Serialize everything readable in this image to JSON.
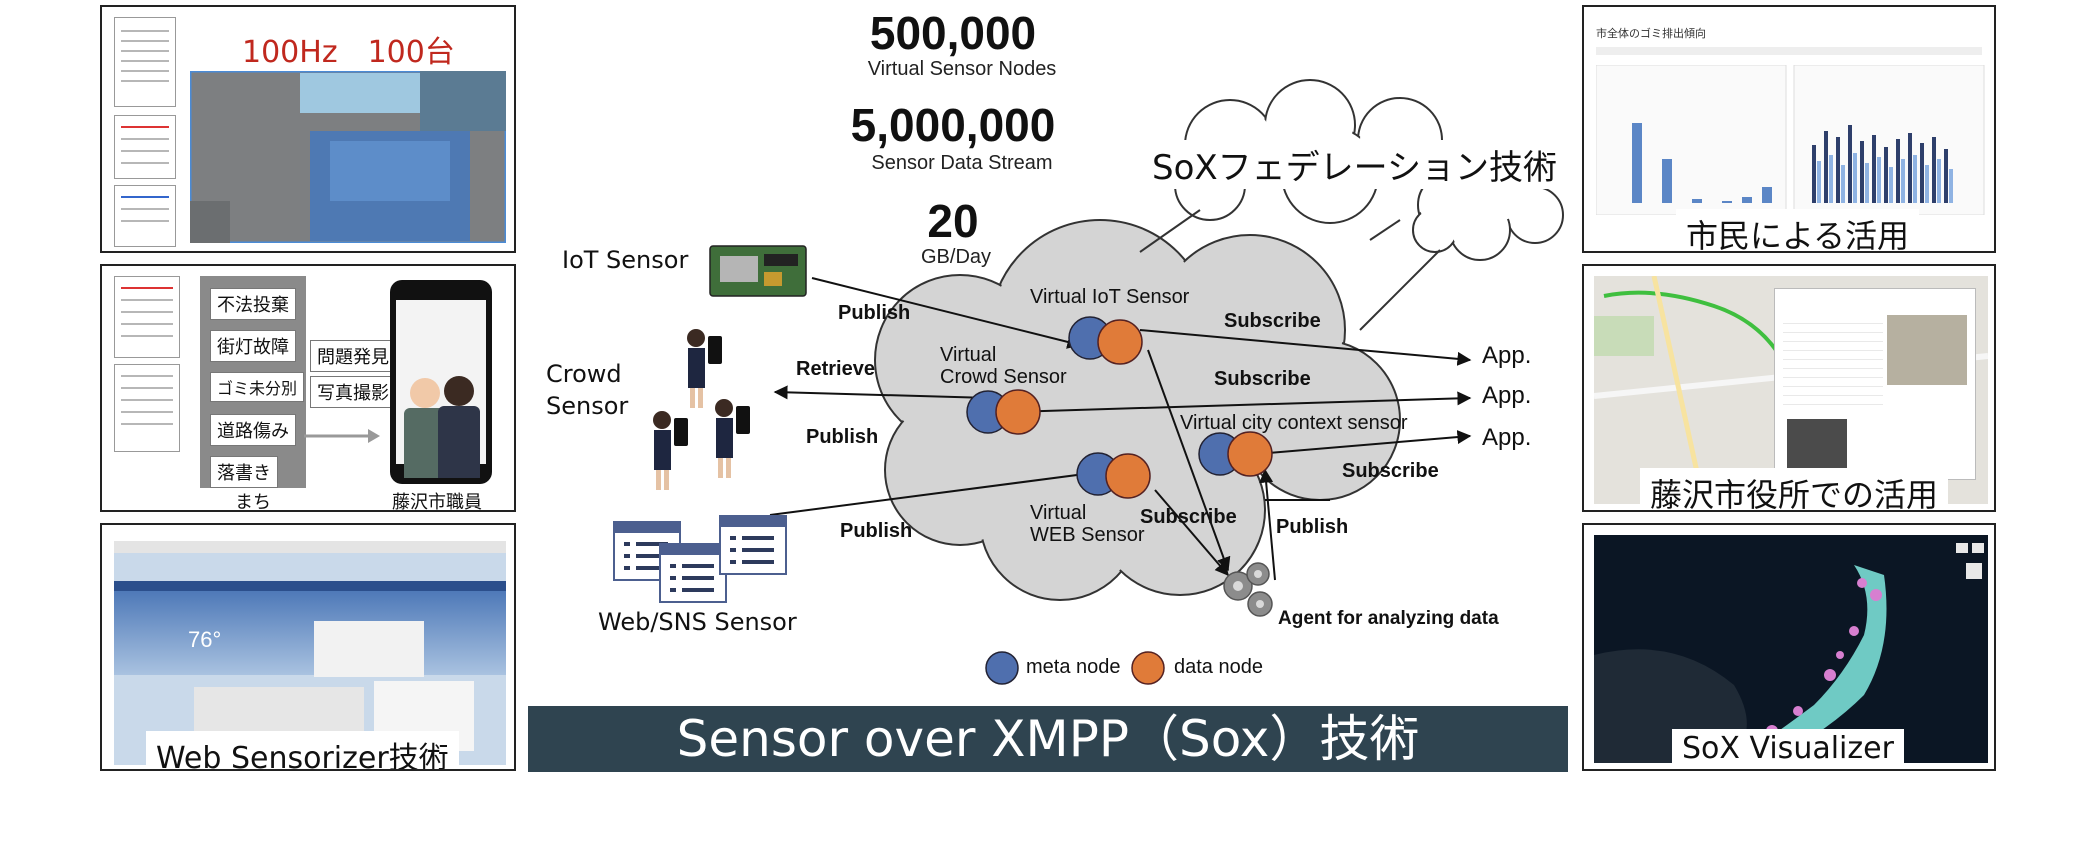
{
  "left_panels": {
    "p1": {
      "overlay": "100Hz　100台"
    },
    "p2": {
      "tags": [
        "不法投棄",
        "街灯故障",
        "ゴミ未分別",
        "道路傷み",
        "落書き"
      ],
      "actions": [
        "問題発見",
        "写真撮影"
      ],
      "machi": "まち",
      "staff": "藤沢市職員"
    },
    "p3": {
      "caption": "Web Sensorizer技術",
      "weather_temp": "76°"
    }
  },
  "stats": [
    {
      "value": "500,000",
      "label": "Virtual Sensor Nodes"
    },
    {
      "value": "5,000,000",
      "label": "Sensor Data Stream"
    },
    {
      "value": "20",
      "label": "GB/Day"
    }
  ],
  "diagram": {
    "federation_label": "SoXフェデレーション技術",
    "sensors": {
      "iot": "IoT Sensor",
      "crowd_line1": "Crowd",
      "crowd_line2": "Sensor",
      "web": "Web/SNS Sensor"
    },
    "virtual_nodes": {
      "iot": "Virtual IoT Sensor",
      "crowd_line1": "Virtual",
      "crowd_line2": "Crowd Sensor",
      "city": "Virtual city context sensor",
      "web_line1": "Virtual",
      "web_line2": "WEB Sensor"
    },
    "edges": {
      "publish": "Publish",
      "retrieve": "Retrieve",
      "subscribe": "Subscribe"
    },
    "apps": [
      "App.",
      "App.",
      "App."
    ],
    "agent": "Agent for analyzing data",
    "legend": {
      "meta": "meta node",
      "data": "data node"
    },
    "colors": {
      "meta": "#4f6fae",
      "data": "#e07b39",
      "cloud": "#d4d4d4"
    }
  },
  "banner": "Sensor over XMPP（Sox）技術",
  "right_panels": {
    "p1": {
      "caption": "市民による活用",
      "title": "市全体のゴミ排出傾向"
    },
    "p2": {
      "caption": "藤沢市役所での活用"
    },
    "p3": {
      "caption": "SoX Visualizer"
    }
  }
}
